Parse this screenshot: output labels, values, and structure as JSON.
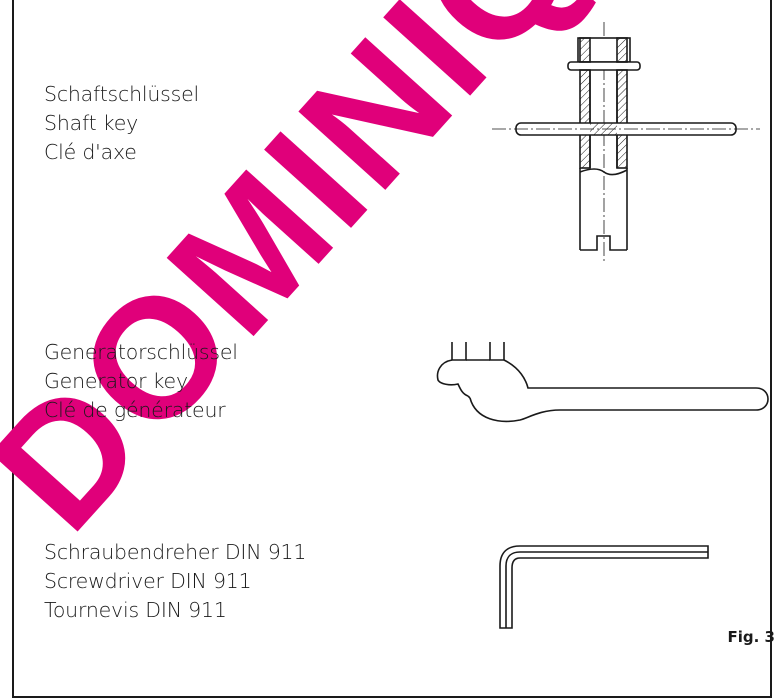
{
  "tools": [
    {
      "de": "Schaftschlüssel",
      "en": "Shaft key",
      "fr": "Clé d'axe",
      "icon": "shaft-key-drawing"
    },
    {
      "de": "Generatorschlüssel",
      "en": "Generator key",
      "fr": "Clé de générateur",
      "icon": "generator-key-drawing"
    },
    {
      "de": "Schraubendreher DIN 911",
      "en": "Screwdriver DIN 911",
      "fr": "Tournevis DIN 911",
      "icon": "hex-key-drawing"
    }
  ],
  "figure_label": "Fig. 3",
  "watermark": {
    "text": "DOMINIQ",
    "color": "#e0007a"
  }
}
